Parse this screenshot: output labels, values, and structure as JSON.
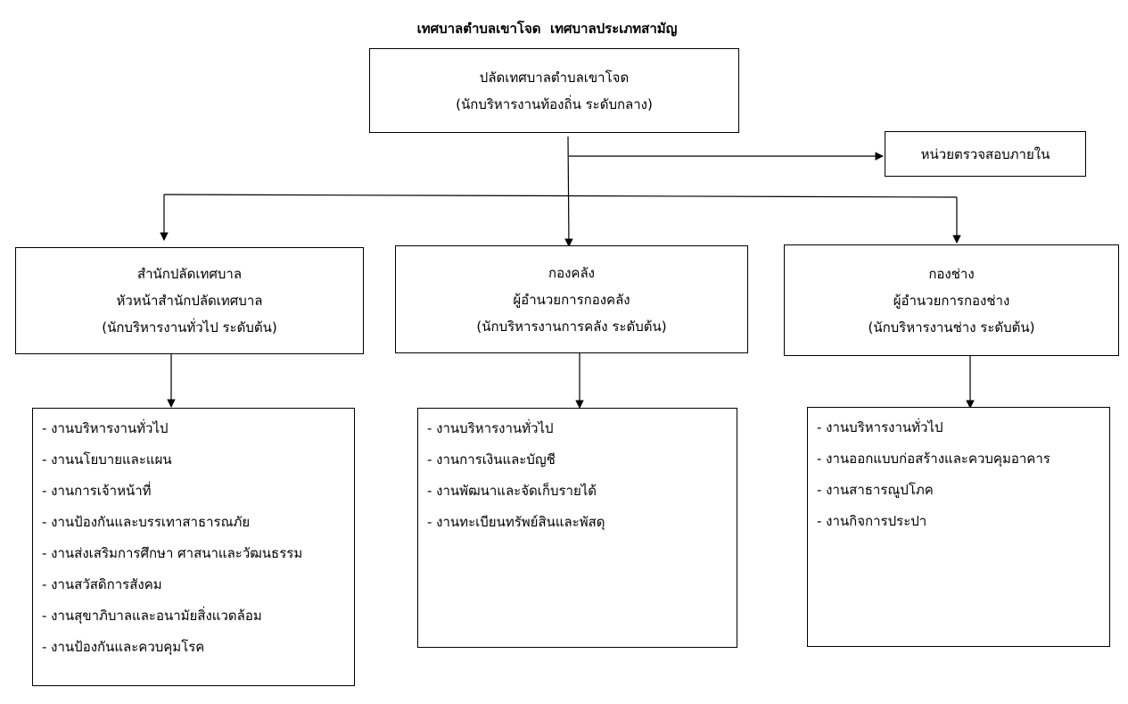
{
  "title": "เทศบาลตำบลเขาโจด  เทศบาลประเภทสามัญ",
  "top": {
    "line1": "ปลัดเทศบาลตำบลเขาโจด",
    "line2": "(นักบริหารงานท้องถิ่น ระดับกลาง)"
  },
  "audit": {
    "label": "หน่วยตรวจสอบภายใน"
  },
  "departments": [
    {
      "line1": "สำนักปลัดเทศบาล",
      "line2": "หัวหน้าสำนักปลัดเทศบาล",
      "line3": "(นักบริหารงานทั่วไป ระดับต้น)",
      "tasks": [
        "- งานบริหารงานทั่วไป",
        "- งานนโยบายและแผน",
        "- งานการเจ้าหน้าที่",
        "- งานป้องกันและบรรเทาสาธารณภัย",
        "- งานส่งเสริมการศึกษา ศาสนาและวัฒนธรรม",
        "- งานสวัสดิการสังคม",
        "- งานสุขาภิบาลและอนามัยสิ่งแวดล้อม",
        "- งานป้องกันและควบคุมโรค"
      ]
    },
    {
      "line1": "กองคลัง",
      "line2": "ผู้อำนวยการกองคลัง",
      "line3": "(นักบริหารงานการคลัง ระดับต้น)",
      "tasks": [
        "- งานบริหารงานทั่วไป",
        "- งานการเงินและบัญชี",
        "- งานพัฒนาและจัดเก็บรายได้",
        "- งานทะเบียนทรัพย์สินและพัสดุ"
      ]
    },
    {
      "line1": "กองช่าง",
      "line2": "ผู้อำนวยการกองช่าง",
      "line3": "(นักบริหารงานช่าง ระดับต้น)",
      "tasks": [
        "- งานบริหารงานทั่วไป",
        "- งานออกแบบก่อสร้างและควบคุมอาคาร",
        "- งานสาธารณูปโภค",
        "- งานกิจการประปา"
      ]
    }
  ]
}
